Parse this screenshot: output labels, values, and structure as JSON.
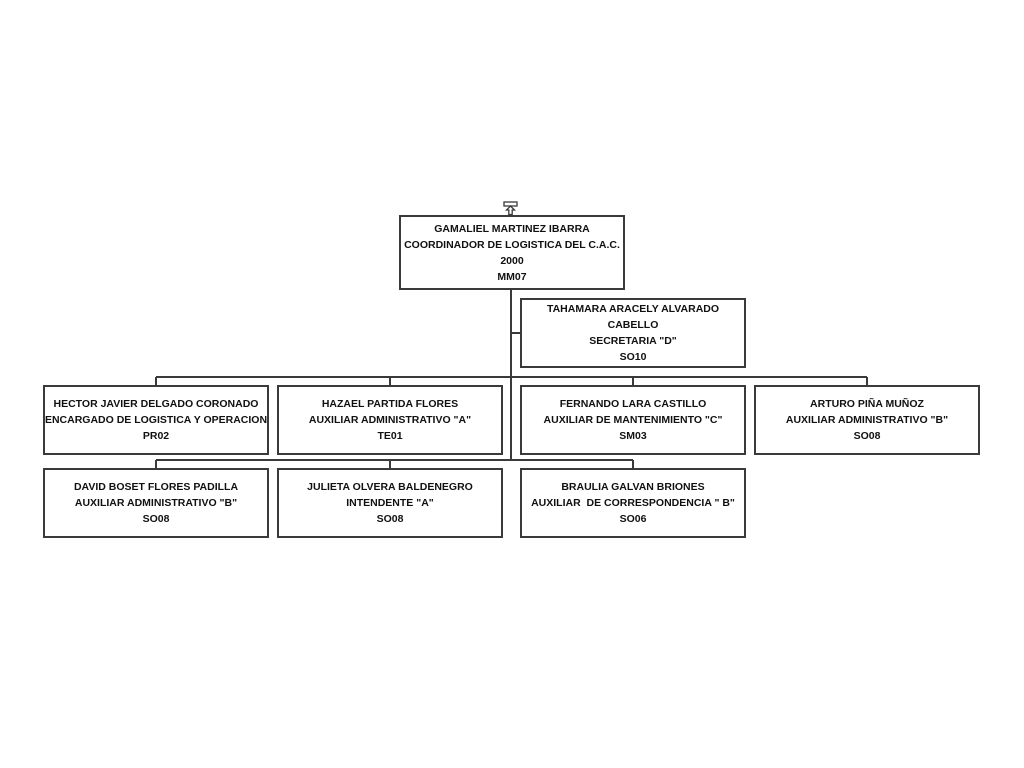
{
  "root": {
    "name": "GAMALIEL MARTINEZ IBARRA",
    "title": "COORDINADOR DE LOGISTICA DEL C.A.C.",
    "line3": "2000",
    "code": "MM07"
  },
  "assistant": {
    "name_line1": "TAHAMARA ARACELY ALVARADO",
    "name_line2": "CABELLO",
    "title": "SECRETARIA \"D\"",
    "code": "SO10"
  },
  "row1": [
    {
      "name": "HECTOR JAVIER DELGADO CORONADO",
      "title": "ENCARGADO DE LOGISTICA Y OPERACION",
      "code": "PR02"
    },
    {
      "name": "HAZAEL PARTIDA FLORES",
      "title": "AUXILIAR ADMINISTRATIVO \"A\"",
      "code": "TE01"
    },
    {
      "name": "FERNANDO LARA CASTILLO",
      "title": "AUXILIAR DE MANTENIMIENTO \"C\"",
      "code": "SM03"
    },
    {
      "name": "ARTURO PIÑA MUÑOZ",
      "title": "AUXILIAR ADMINISTRATIVO \"B\"",
      "code": "SO08"
    }
  ],
  "row2": [
    {
      "name": "DAVID BOSET FLORES PADILLA",
      "title": "AUXILIAR ADMINISTRATIVO \"B\"",
      "code": "SO08"
    },
    {
      "name": "JULIETA OLVERA BALDENEGRO",
      "title": "INTENDENTE \"A\"",
      "code": "SO08"
    },
    {
      "name": "BRAULIA GALVAN BRIONES",
      "title": "AUXILIAR  DE CORRESPONDENCIA \" B\"",
      "code": "SO06"
    }
  ],
  "colors": {
    "line": "#3a3a3a",
    "box_border": "#3a3a3a",
    "text": "#111111"
  }
}
